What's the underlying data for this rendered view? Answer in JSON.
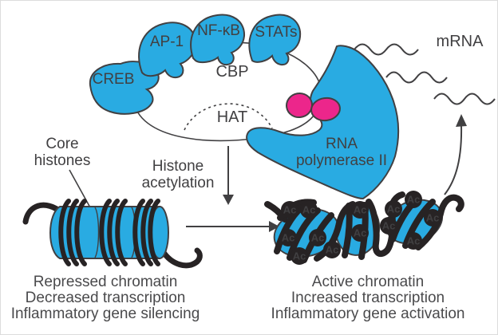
{
  "figure": {
    "transcription_factors": {
      "creb": "CREB",
      "ap1": "AP-1",
      "nfkb": "NF-κB",
      "stats": "STATs"
    },
    "coactivator": "CBP",
    "hat_domain": "HAT",
    "rna_polymerase": {
      "line1": "RNA",
      "line2": "polymerase II"
    },
    "mrna": "mRNA",
    "core_histones": {
      "line1": "Core",
      "line2": "histones"
    },
    "histone_acetylation": {
      "line1": "Histone",
      "line2": "acetylation"
    },
    "acetyl_mark": "Ac",
    "repressed_caption": {
      "line1": "Repressed chromatin",
      "line2": "Decreased transcription",
      "line3": "Inflammatory gene silencing"
    },
    "active_caption": {
      "line1": "Active chromatin",
      "line2": "Increased transcription",
      "line3": "Inflammatory gene activation"
    }
  },
  "colors": {
    "histone_blue": "#29ABE2",
    "polymerase_ovals_magenta": "#EC268B",
    "outline_dark": "#414042",
    "dna_strand_black": "#272324",
    "caption_gray": "#4A4A4C"
  }
}
